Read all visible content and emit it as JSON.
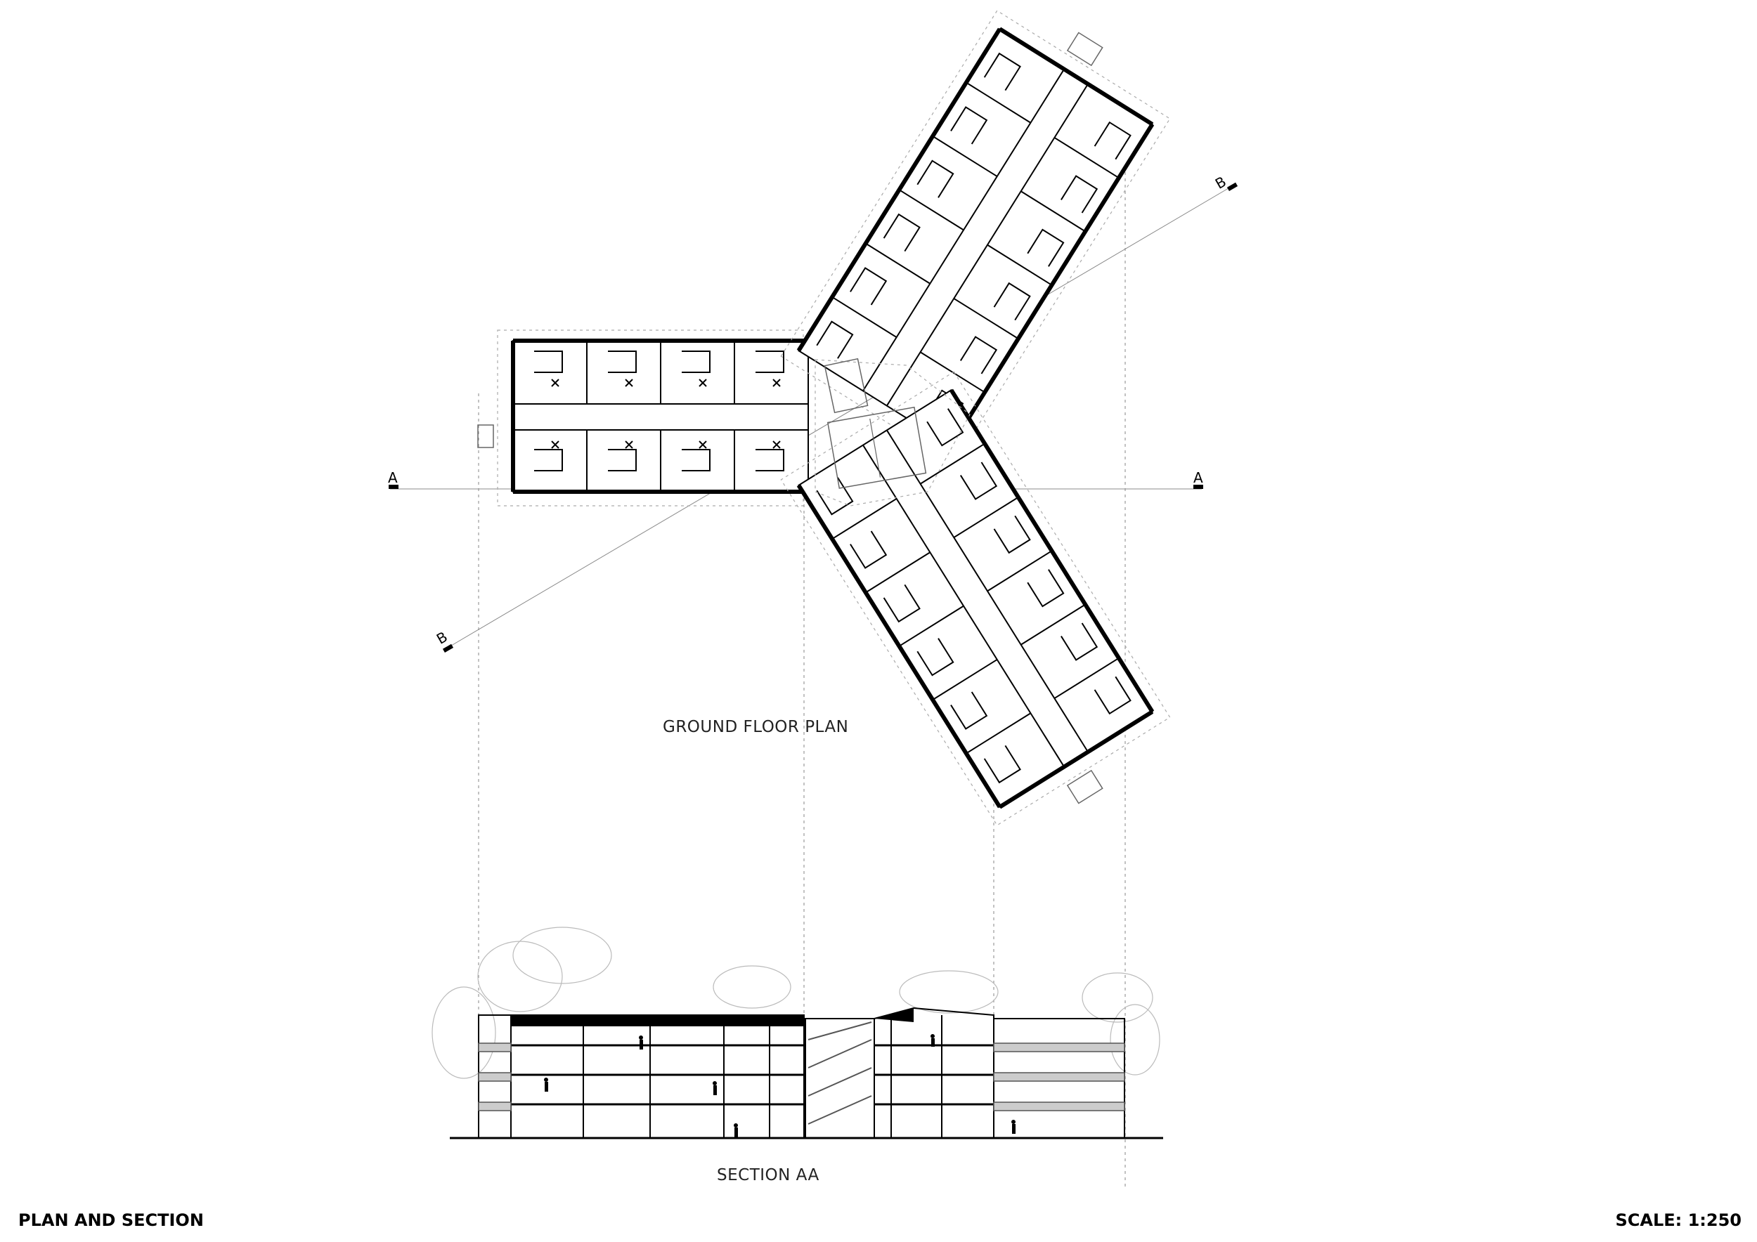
{
  "plan": {
    "title": "GROUND FLOOR PLAN",
    "section_cut_a": "A",
    "section_cut_b": "B"
  },
  "section": {
    "title": "SECTION AA"
  },
  "sheet": {
    "title": "PLAN AND SECTION",
    "scale": "SCALE: 1:250"
  }
}
